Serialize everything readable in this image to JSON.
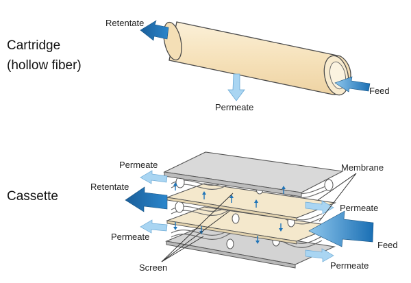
{
  "sections": {
    "cartridge_title_1": "Cartridge",
    "cartridge_title_2": "(hollow fiber)",
    "cassette_title": "Cassette"
  },
  "labels": {
    "retentate_top": "Retentate",
    "permeate_top": "Permeate",
    "feed_top": "Feed",
    "permeate_c1": "Permeate",
    "retentate_c": "Retentate",
    "permeate_c2": "Permeate",
    "membrane": "Membrane",
    "permeate_c3": "Permeate",
    "feed_c": "Feed",
    "screen": "Screen",
    "permeate_c4": "Permeate"
  },
  "colors": {
    "tube_fill": "#f7e6c4",
    "tube_stroke": "#4a4a4a",
    "arrow_dark": "#1f74b8",
    "arrow_light": "#a9d5f2",
    "plate_fill": "#d8d8d8",
    "membrane_fill": "#f4e8cc"
  }
}
